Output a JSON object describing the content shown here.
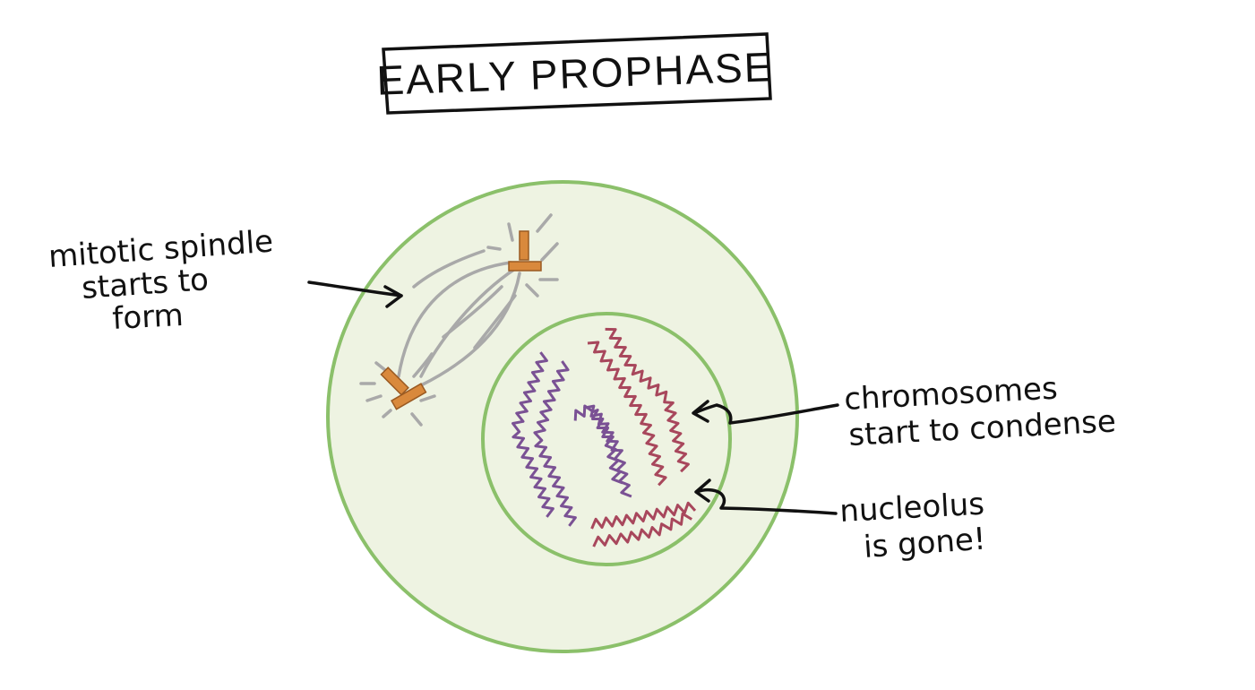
{
  "title": "EARLY PROPHASE",
  "labels": {
    "spindle": [
      "mitotic spindle",
      "starts to",
      "form"
    ],
    "chromosomes": [
      "chromosomes",
      "start to condense"
    ],
    "nucleolus": [
      "nucleolus",
      "is gone!"
    ]
  },
  "colors": {
    "cell_fill": "#eef3e2",
    "cell_stroke": "#8bc06a",
    "centrosome": "#d9893c",
    "spindle": "#a9a9a9",
    "chromosome_purple": "#7a5194",
    "chromosome_red": "#a8475c",
    "ink": "#111111"
  }
}
